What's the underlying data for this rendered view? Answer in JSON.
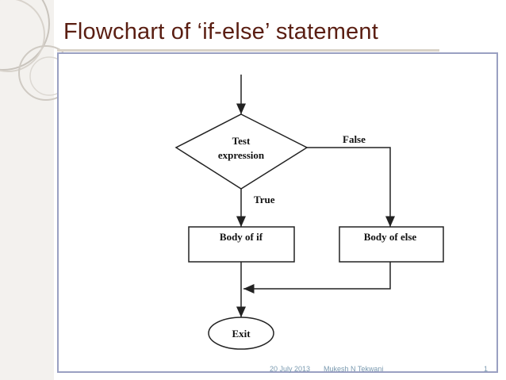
{
  "slide": {
    "title": "Flowchart of ‘if-else’ statement",
    "footer": {
      "date": "20 July 2013",
      "author": "Mukesh N Tekwani",
      "page_number": "1"
    }
  },
  "flowchart": {
    "decision_line1": "Test",
    "decision_line2": "expression",
    "label_false": "False",
    "label_true": "True",
    "body_if": "Body of if",
    "body_else": "Body of else",
    "exit": "Exit"
  },
  "colors": {
    "title": "#5a1e12",
    "frame": "#9aa0c2",
    "footer": "#7a9ab0"
  }
}
